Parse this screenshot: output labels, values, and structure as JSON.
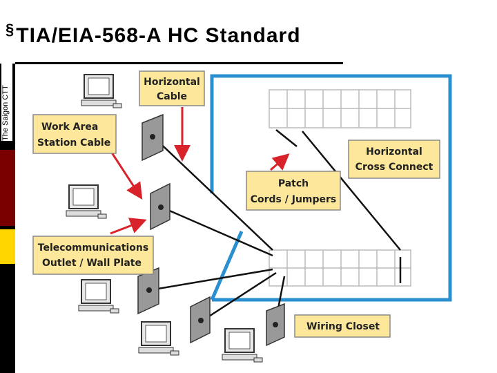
{
  "title": {
    "bullet": "§",
    "text": "TIA/EIA-568-A HC Standard"
  },
  "sidebar": {
    "vertical_label": "The Saigon CTT"
  },
  "labels": {
    "horizontal_cable": [
      "Horizontal",
      "Cable"
    ],
    "work_area_station_cable": [
      "Work Area",
      "Station Cable"
    ],
    "horizontal_cross_connect": [
      "Horizontal",
      "Cross Connect"
    ],
    "patch_cords_jumpers": [
      "Patch",
      "Cords / Jumpers"
    ],
    "telecom_outlet": [
      "Telecommunications",
      "Outlet / Wall Plate"
    ],
    "wiring_closet": [
      "Wiring Closet"
    ]
  },
  "colors": {
    "closet_border": "#2a8fd0",
    "label_fill": "#fde79a",
    "arrow": "#d8232a",
    "cable": "#111111"
  }
}
